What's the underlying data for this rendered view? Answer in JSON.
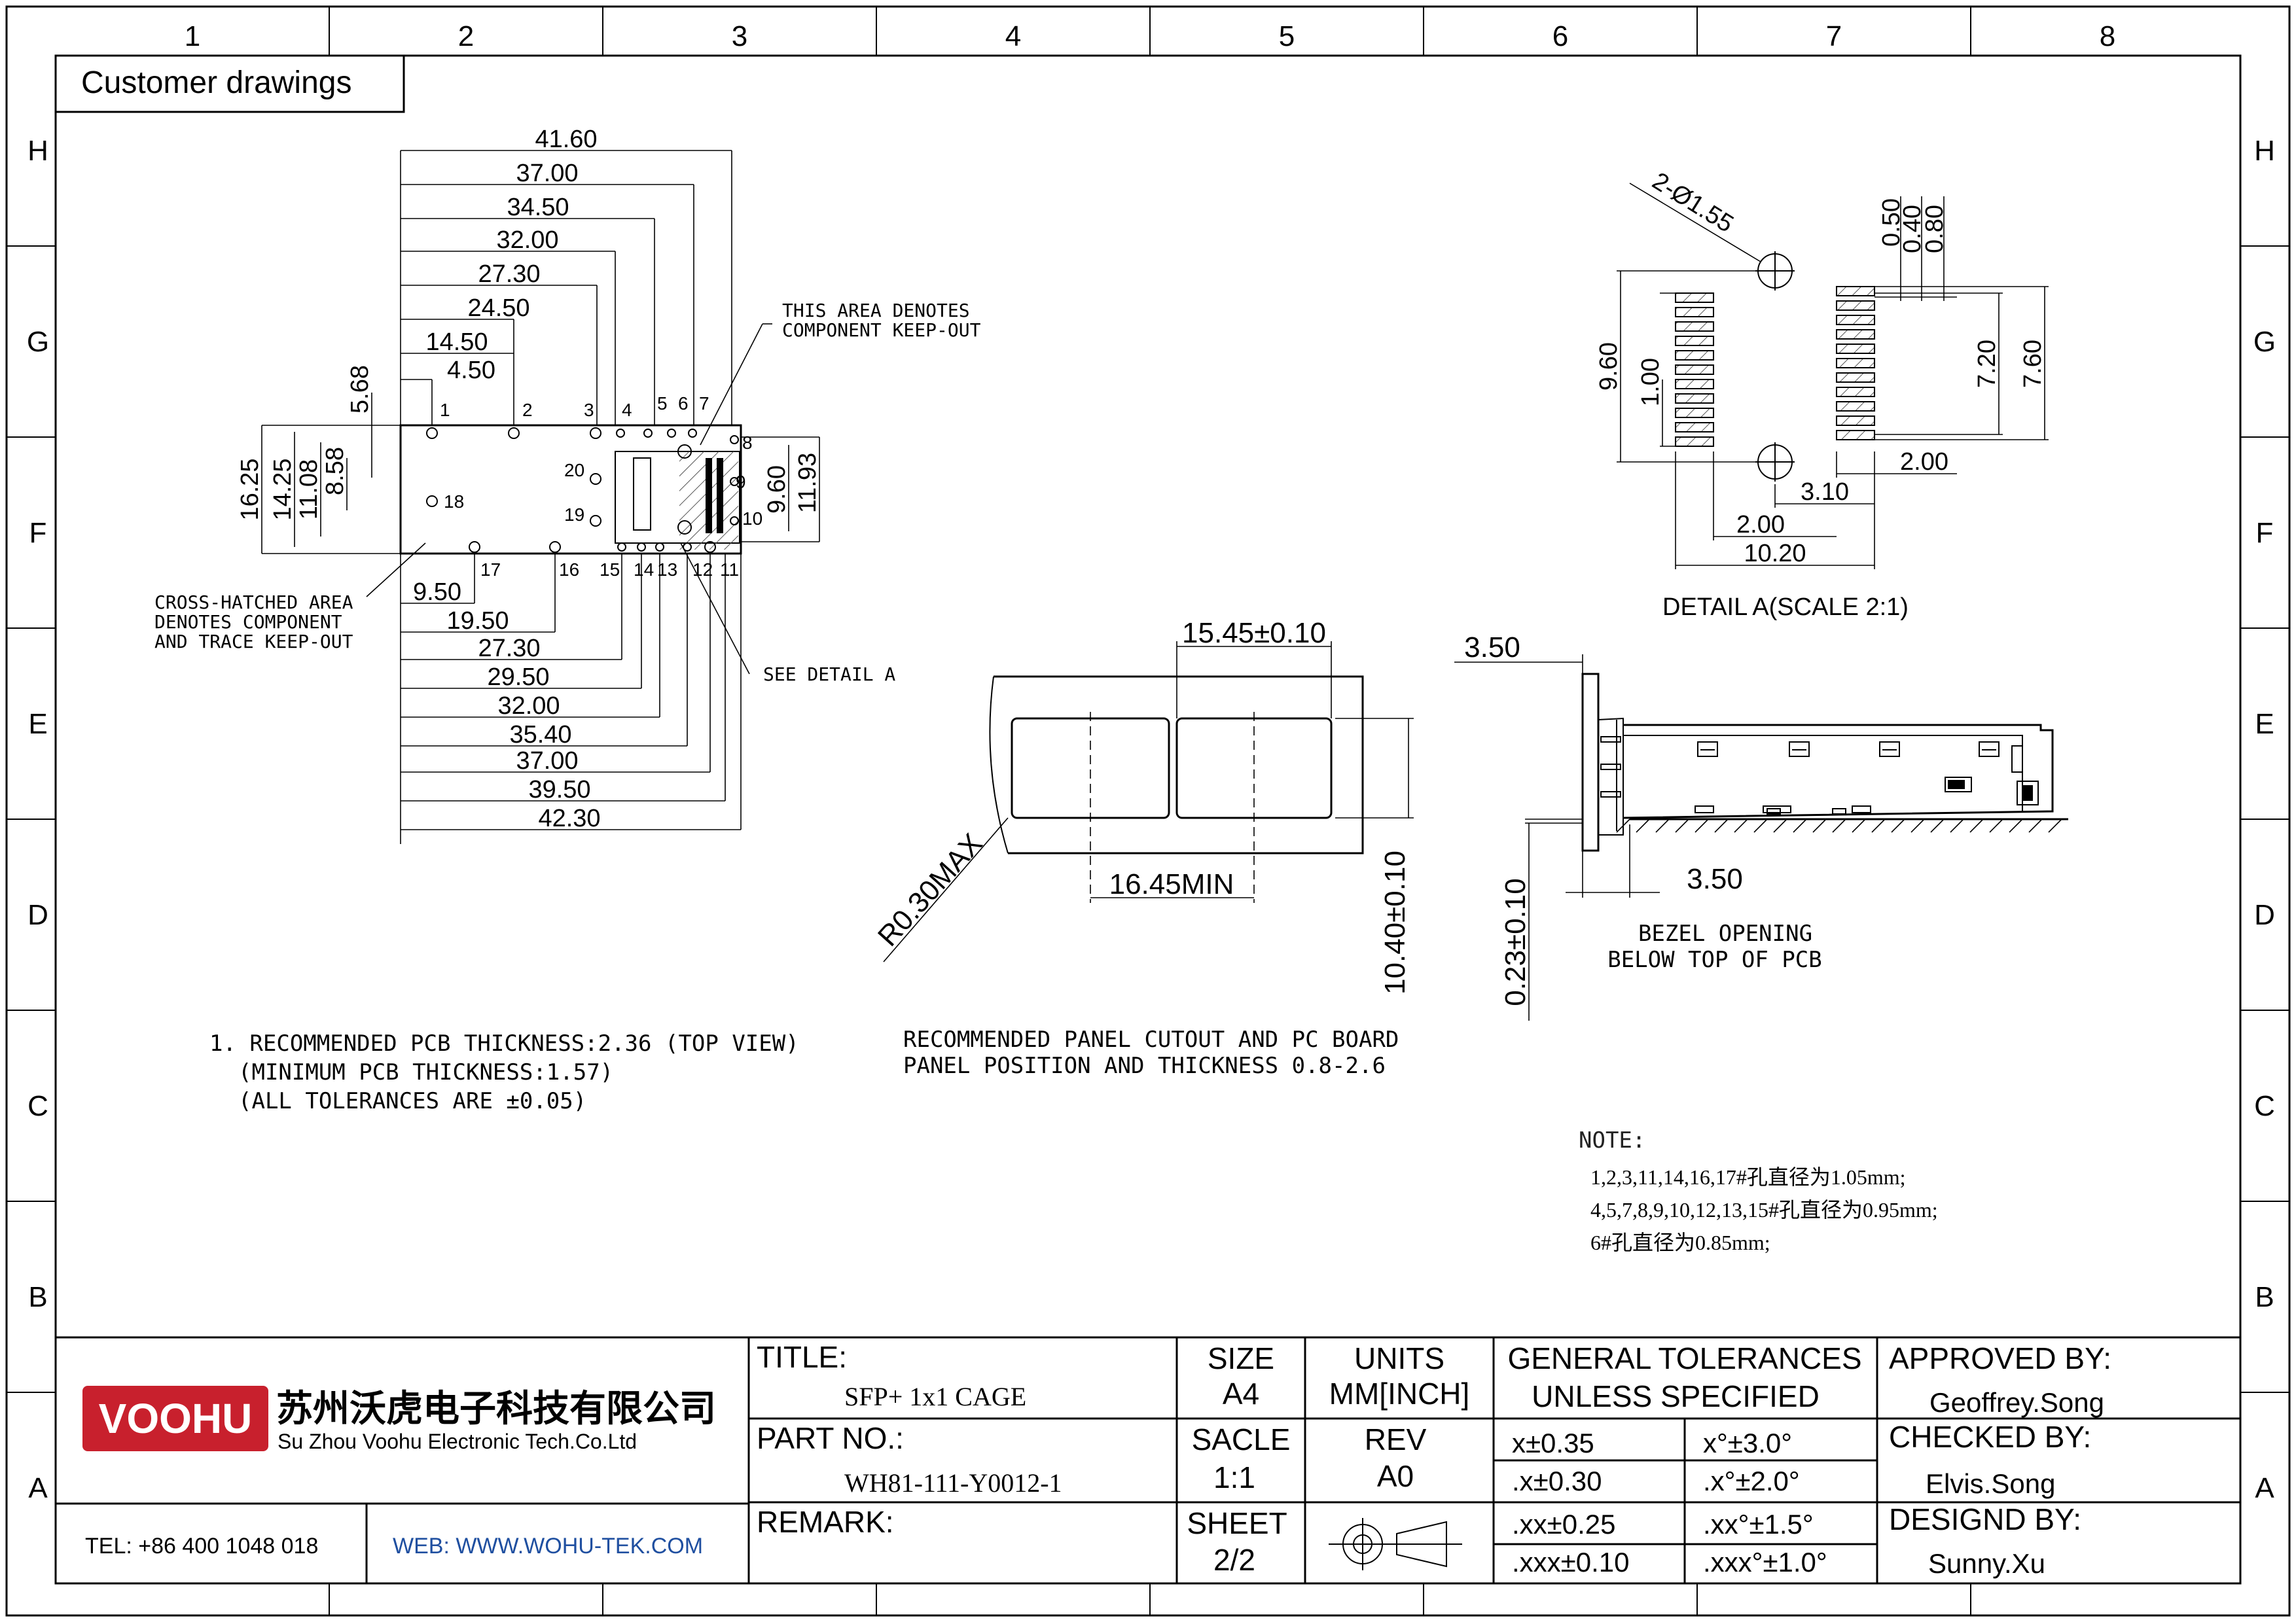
{
  "frame": {
    "columns": [
      "1",
      "2",
      "3",
      "4",
      "5",
      "6",
      "7",
      "8"
    ],
    "rows": [
      "H",
      "G",
      "F",
      "E",
      "D",
      "C",
      "B",
      "A"
    ]
  },
  "header_label": "Customer drawings",
  "top_view": {
    "horizontal_dims_top": [
      "41.60",
      "37.00",
      "34.50",
      "32.00",
      "27.30",
      "24.50",
      "14.50",
      "4.50"
    ],
    "horizontal_dims_bottom": [
      "9.50",
      "19.50",
      "27.30",
      "29.50",
      "32.00",
      "35.40",
      "37.00",
      "39.50",
      "42.30"
    ],
    "vertical_dims_left": [
      "5.68",
      "16.25",
      "14.25",
      "11.08",
      "8.58"
    ],
    "vertical_dims_right": [
      "11.93",
      "9.60"
    ],
    "pin_labels_top": [
      "1",
      "2",
      "3",
      "4",
      "5",
      "6",
      "7",
      "8"
    ],
    "pin_labels_side": [
      "20",
      "18",
      "19",
      "9",
      "10"
    ],
    "pin_labels_bottom": [
      "17",
      "16",
      "15",
      "14",
      "13",
      "12",
      "11"
    ],
    "note_keepout": [
      "THIS AREA DENOTES",
      "COMPONENT KEEP-OUT"
    ],
    "note_crosshatch": [
      "CROSS-HATCHED AREA",
      "DENOTES COMPONENT",
      "AND TRACE KEEP-OUT"
    ],
    "note_detail": "SEE DETAIL A"
  },
  "detail_a": {
    "hole_dim": "2-Ø1.55",
    "dims_top": [
      "0.50",
      "0.40",
      "0.80"
    ],
    "dims_vertical": [
      "9.60",
      "1.00",
      "7.20",
      "7.60"
    ],
    "dims_bottom": [
      "2.00",
      "3.10",
      "2.00",
      "10.20"
    ],
    "caption": "DETAIL A(SCALE 2:1)"
  },
  "panel_cutout": {
    "dim_top": "15.45±0.10",
    "dim_min": "16.45MIN",
    "dim_radius": "R0.30MAX",
    "dim_height": "10.40±0.10",
    "caption": [
      "RECOMMENDED PANEL CUTOUT AND PC BOARD",
      "PANEL POSITION AND THICKNESS 0.8-2.6"
    ]
  },
  "side_view": {
    "dim_top": "3.50",
    "dim_bottom": "3.50",
    "dim_vertical": "0.23±0.10",
    "caption": [
      "BEZEL OPENING",
      "BELOW TOP OF PCB"
    ]
  },
  "pcb_note": [
    "1. RECOMMENDED PCB THICKNESS:2.36 (TOP VIEW)",
    "(MINIMUM PCB THICKNESS:1.57)",
    "(ALL TOLERANCES ARE ±0.05)"
  ],
  "note": {
    "title": "NOTE:",
    "lines": [
      "1,2,3,11,14,16,17#孔直径为1.05mm;",
      "4,5,7,8,9,10,12,13,15#孔直径为0.95mm;",
      "6#孔直径为0.85mm;"
    ]
  },
  "title_block": {
    "logo_text": "VOOHU",
    "company_cn": "苏州沃虎电子科技有限公司",
    "company_en": "Su Zhou Voohu Electronic Tech.Co.Ltd",
    "tel": "TEL: +86 400 1048 018",
    "web": "WEB: WWW.WOHU-TEK.COM",
    "title_label": "TITLE:",
    "title_value": "SFP+ 1x1 CAGE",
    "part_label": "PART NO.:",
    "part_value": "WH81-111-Y0012-1",
    "remark_label": "REMARK:",
    "size_label": "SIZE",
    "size_value": "A4",
    "units_label": "UNITS",
    "units_value": "MM[INCH]",
    "scale_label": "SACLE",
    "scale_value": "1:1",
    "rev_label": "REV",
    "rev_value": "A0",
    "sheet_label": "SHEET",
    "sheet_value": "2/2",
    "gen_tol_1": "GENERAL TOLERANCES",
    "gen_tol_2": "UNLESS SPECIFIED",
    "tolerances": [
      [
        "x±0.35",
        "x°±3.0°"
      ],
      [
        ".x±0.30",
        ".x°±2.0°"
      ],
      [
        ".xx±0.25",
        ".xx°±1.5°"
      ],
      [
        ".xxx±0.10",
        ".xxx°±1.0°"
      ]
    ],
    "approved_label": "APPROVED BY:",
    "approved_value": "Geoffrey.Song",
    "checked_label": "CHECKED BY:",
    "checked_value": "Elvis.Song",
    "design_label": "DESIGND BY:",
    "design_value": "Sunny.Xu"
  },
  "colors": {
    "logo_red": "#c8202d",
    "web_blue": "#1f4fa0"
  }
}
